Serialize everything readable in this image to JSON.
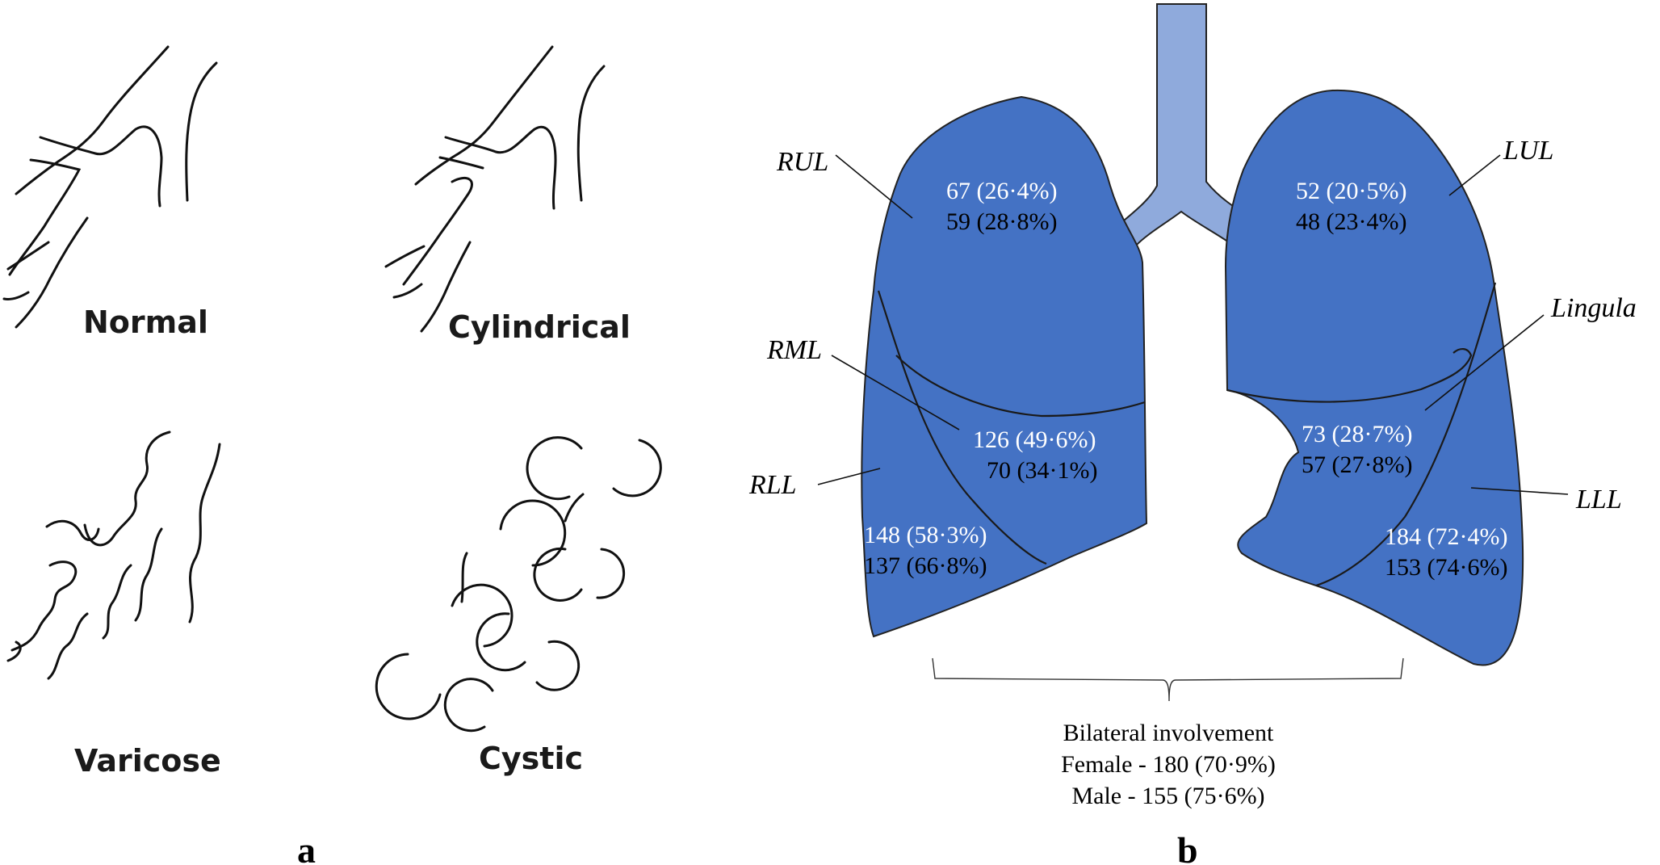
{
  "colors": {
    "lung": "#4472c4",
    "trachea": "#8faadc",
    "stroke": "#222222"
  },
  "panel_a": {
    "label": "a",
    "types": [
      {
        "name": "Normal",
        "icon": "normal-airway-icon"
      },
      {
        "name": "Cylindrical",
        "icon": "cylindrical-airway-icon"
      },
      {
        "name": "Varicose",
        "icon": "varicose-airway-icon"
      },
      {
        "name": "Cystic",
        "icon": "cystic-airway-icon"
      }
    ]
  },
  "panel_b": {
    "label": "b",
    "lobes": {
      "rul": {
        "name": "RUL",
        "female": "67 (26·4%)",
        "male": "59 (28·8%)"
      },
      "rml": {
        "name": "RML",
        "female": "126 (49·6%)",
        "male": "70 (34·1%)"
      },
      "rll": {
        "name": "RLL",
        "female": "148 (58·3%)",
        "male": "137 (66·8%)"
      },
      "lul": {
        "name": "LUL",
        "female": "52 (20·5%)",
        "male": "48 (23·4%)"
      },
      "lingula": {
        "name": "Lingula",
        "female": "73 (28·7%)",
        "male": "57 (27·8%)"
      },
      "lll": {
        "name": "LLL",
        "female": "184 (72·4%)",
        "male": "153 (74·6%)"
      }
    },
    "bilateral": {
      "title": "Bilateral involvement",
      "female": "Female - 180 (70·9%)",
      "male": "Male - 155 (75·6%)"
    }
  }
}
